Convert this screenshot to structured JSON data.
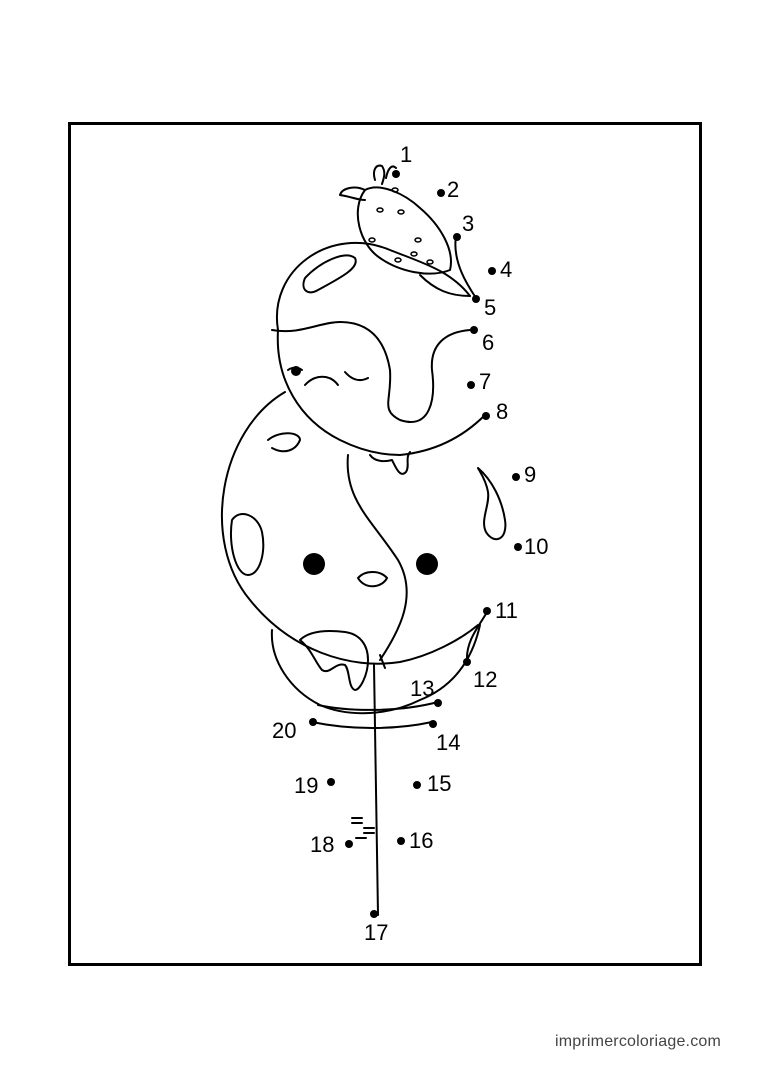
{
  "footer": {
    "site": "imprimercoloriage.com"
  },
  "dots": [
    {
      "n": "1"
    },
    {
      "n": "2"
    },
    {
      "n": "3"
    },
    {
      "n": "4"
    },
    {
      "n": "5"
    },
    {
      "n": "6"
    },
    {
      "n": "7"
    },
    {
      "n": "8"
    },
    {
      "n": "9"
    },
    {
      "n": "10"
    },
    {
      "n": "11"
    },
    {
      "n": "12"
    },
    {
      "n": "13"
    },
    {
      "n": "14"
    },
    {
      "n": "15"
    },
    {
      "n": "16"
    },
    {
      "n": "17"
    },
    {
      "n": "18"
    },
    {
      "n": "19"
    },
    {
      "n": "20"
    }
  ]
}
